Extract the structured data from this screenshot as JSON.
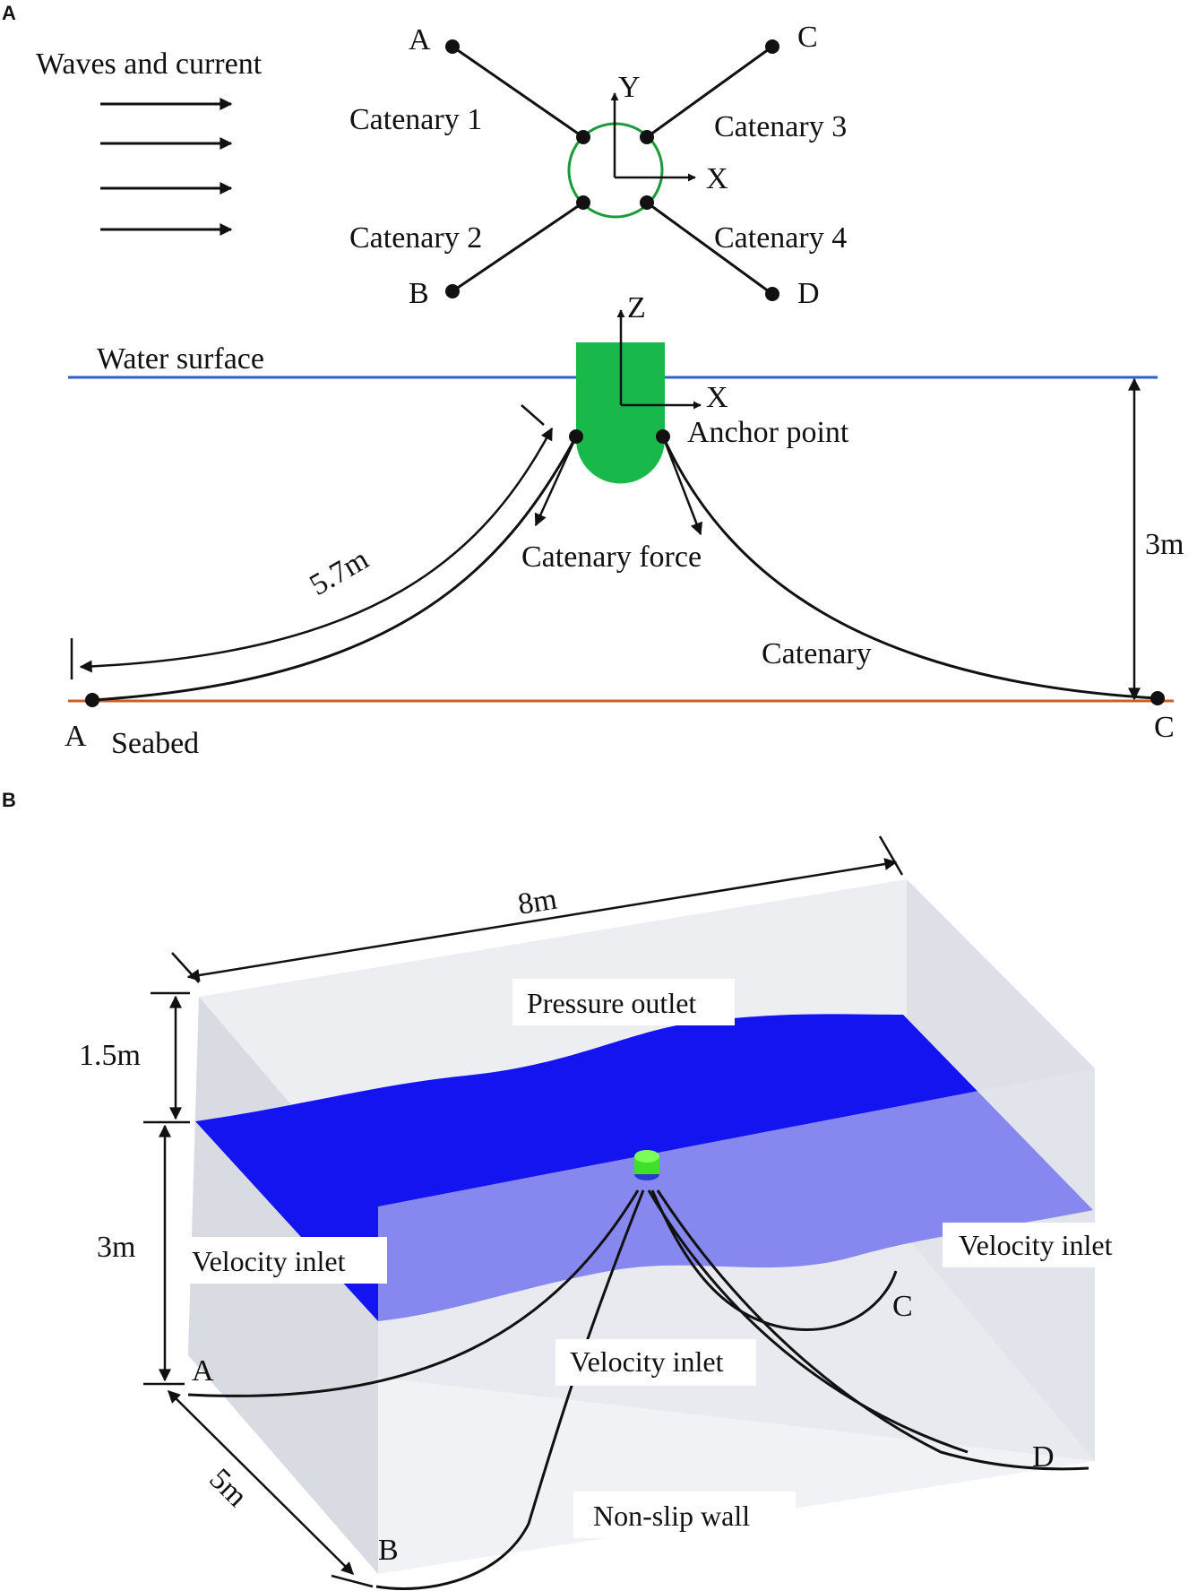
{
  "panel_a": {
    "label": "A",
    "flow_label": "Waves and current",
    "axis_y": "Y",
    "axis_x_top": "X",
    "axis_z": "Z",
    "axis_x_side": "X",
    "catenary_labels": [
      "Catenary 1",
      "Catenary 2",
      "Catenary 3",
      "Catenary 4"
    ],
    "anchor_labels_top": [
      "A",
      "B",
      "C",
      "D"
    ],
    "water_surface": "Water surface",
    "anchor_point": "Anchor point",
    "catenary_force": "Catenary force",
    "length": "5.7m",
    "depth": "3m",
    "catenary": "Catenary",
    "seabed": "Seabed",
    "bottom_left": "A",
    "bottom_right": "C",
    "colors": {
      "buoy": "#19b84a",
      "water_line": "#2e5fcf",
      "seabed_line": "#c8602a",
      "ring": "#1a9a3a"
    }
  },
  "panel_b": {
    "label": "B",
    "length": "8m",
    "height_top": "1.5m",
    "height_bottom": "3m",
    "width": "5m",
    "pressure_outlet": "Pressure outlet",
    "velocity_inlet_left": "Velocity inlet",
    "velocity_inlet_right": "Velocity inlet",
    "velocity_inlet_front": "Velocity inlet",
    "non_slip_wall": "Non-slip wall",
    "corner_A": "A",
    "corner_B": "B",
    "corner_C": "C",
    "corner_D": "D",
    "colors": {
      "water": "#1414f0",
      "box": "#e6e8ee",
      "buoy": "#3fe02a"
    }
  }
}
